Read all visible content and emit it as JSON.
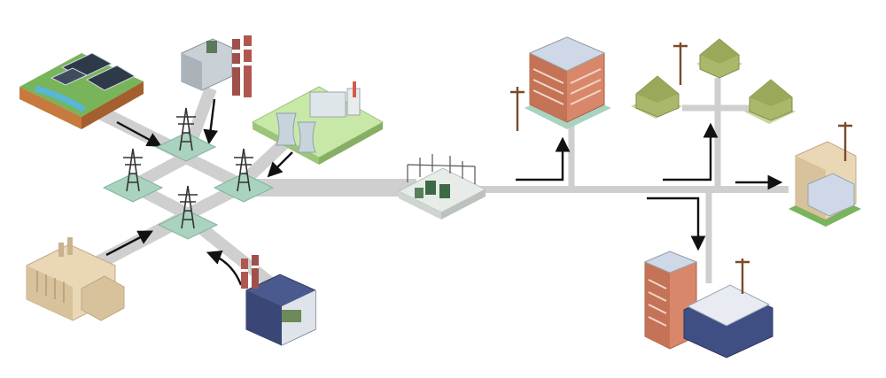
{
  "diagram": {
    "kind": "power-grid-illustration",
    "colors": {
      "road": "#cfcfcf",
      "arrow": "#111111",
      "tower_pad": "#a9d3bf",
      "brick": "#d9876a",
      "house_green": "#a9b86a",
      "solar_plate": "#cfd8e6",
      "factory_cream": "#ead7b6",
      "navy": "#3f4f83"
    },
    "nodes": [
      {
        "id": "solar-farm",
        "icon": "solar-panel-field"
      },
      {
        "id": "coal-plant",
        "icon": "smokestack-plant"
      },
      {
        "id": "nuclear-plant",
        "icon": "cooling-tower-plant"
      },
      {
        "id": "factory-plant",
        "icon": "factory"
      },
      {
        "id": "gas-plant",
        "icon": "navy-power-plant"
      },
      {
        "id": "substation",
        "icon": "transformer-substation"
      },
      {
        "id": "office-building",
        "icon": "brick-office-building"
      },
      {
        "id": "houses",
        "icon": "residential-houses"
      },
      {
        "id": "industrial-facility",
        "icon": "industrial-facility"
      },
      {
        "id": "commercial-complex",
        "icon": "commercial-complex"
      }
    ]
  }
}
